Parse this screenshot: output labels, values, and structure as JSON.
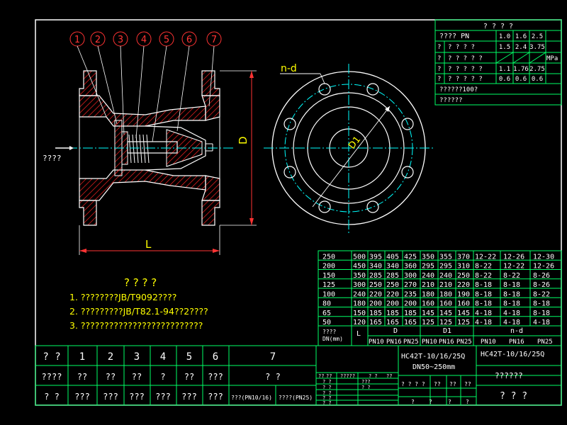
{
  "balloons": [
    "1",
    "2",
    "3",
    "4",
    "5",
    "6",
    "7"
  ],
  "dims": {
    "d": "D",
    "l": "L",
    "n_d": "n-d",
    "d1": "D1"
  },
  "flow_label": "????",
  "notes": {
    "title": "? ? ? ?",
    "lines": [
      "1. ????????JB/T9092????",
      "2. ?????????JB/T82.1-94??2????",
      "3. ??????????????????????????"
    ]
  },
  "pressure_table": {
    "title": "? ? ? ?",
    "marks": [
      "?",
      "?",
      "?",
      "?"
    ],
    "rows": [
      {
        "label": "????  PN",
        "v0": "1.0",
        "v1": "1.6",
        "v2": "2.5"
      },
      {
        "label": "? ? ? ?",
        "v0": "1.5",
        "v1": "2.4",
        "v2": "3.75"
      },
      {
        "label": "? ? ? ? ?"
      },
      {
        "label": "? ? ? ? ?",
        "v0": "1.1",
        "v1": "1.76",
        "v2": "2.75"
      },
      {
        "label": "? ? ? ? ?",
        "v0": "0.6",
        "v1": "0.6",
        "v2": "0.6"
      }
    ],
    "unit": "MPa",
    "note1": "??????100?",
    "note2": "??????"
  },
  "dim_table": {
    "rows": [
      [
        "250",
        "500",
        "395",
        "405",
        "425",
        "350",
        "355",
        "370",
        "12-22",
        "12-26",
        "12-30"
      ],
      [
        "200",
        "450",
        "340",
        "340",
        "360",
        "295",
        "295",
        "310",
        "8-22",
        "12-22",
        "12-26"
      ],
      [
        "150",
        "350",
        "285",
        "285",
        "300",
        "240",
        "240",
        "250",
        "8-22",
        "8-22",
        "8-26"
      ],
      [
        "125",
        "300",
        "250",
        "250",
        "270",
        "210",
        "210",
        "220",
        "8-18",
        "8-18",
        "8-26"
      ],
      [
        "100",
        "240",
        "220",
        "220",
        "235",
        "180",
        "180",
        "190",
        "8-18",
        "8-18",
        "8-22"
      ],
      [
        "80",
        "180",
        "200",
        "200",
        "200",
        "160",
        "160",
        "160",
        "8-18",
        "8-18",
        "8-18"
      ],
      [
        "65",
        "150",
        "185",
        "185",
        "185",
        "145",
        "145",
        "145",
        "4-18",
        "4-18",
        "8-18"
      ],
      [
        "50",
        "120",
        "165",
        "165",
        "165",
        "125",
        "125",
        "125",
        "4-18",
        "4-18",
        "4-18"
      ]
    ],
    "header": {
      "dn_a": "????",
      "dn_b": "DN(mm)",
      "l": "L",
      "d": "D",
      "d1": "D1",
      "nd": "n-d",
      "sub": [
        "PN10",
        "PN16",
        "PN25",
        "PN10",
        "PN16",
        "PN25",
        "PN10",
        "PN16",
        "PN25"
      ]
    }
  },
  "parts": {
    "row1": [
      "? ?",
      "1",
      "2",
      "3",
      "4",
      "5",
      "6",
      "7"
    ],
    "row2": [
      "????",
      "??",
      "??",
      "??",
      "?",
      "??",
      "???",
      "? ?"
    ],
    "row3": [
      "? ?",
      "???",
      "???",
      "???",
      "???",
      "???",
      "???",
      "???(PN10/16)",
      "????(PN25)"
    ]
  },
  "title_block": {
    "model": "HC42T-10/16/25Q",
    "range": "DN50~250mm",
    "model_right": "HC42T-10/16/25Q",
    "name": "??????",
    "company": "? ? ?",
    "small": [
      "??",
      "??",
      "?????",
      "? ?",
      "??",
      "? ?",
      "???",
      "? ?",
      "? ?",
      "? ?",
      "? ?",
      "? ?",
      "? ? ? ?",
      "??",
      "??",
      "??",
      "?",
      "?",
      "?",
      "?"
    ]
  }
}
